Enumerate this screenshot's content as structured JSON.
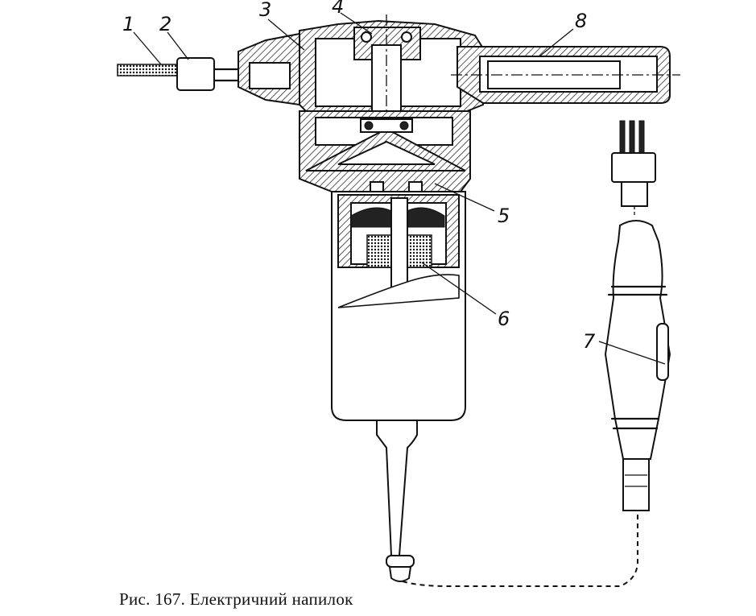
{
  "figure": {
    "caption": "Рис. 167. Електричний напилок",
    "callouts": [
      {
        "id": "1",
        "text": "1"
      },
      {
        "id": "2",
        "text": "2"
      },
      {
        "id": "3",
        "text": "3"
      },
      {
        "id": "4",
        "text": "4"
      },
      {
        "id": "5",
        "text": "5"
      },
      {
        "id": "6",
        "text": "6"
      },
      {
        "id": "7",
        "text": "7"
      },
      {
        "id": "8",
        "text": "8"
      }
    ]
  }
}
